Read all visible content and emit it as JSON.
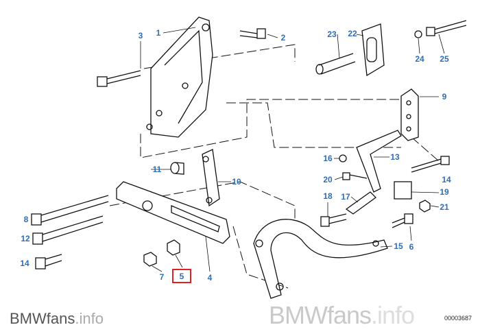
{
  "watermark": {
    "brand": "BMWfans",
    "suffix": ".info"
  },
  "diagram_code": "00003687",
  "highlight_color": "#e0201f",
  "label_color": "#2f6db5",
  "highlighted_part": "5",
  "labels": {
    "p1": "1",
    "p2": "2",
    "p3": "3",
    "p4": "4",
    "p5": "5",
    "p6": "6",
    "p7": "7",
    "p8": "8",
    "p9": "9",
    "p10": "10",
    "p11": "11",
    "p12": "12",
    "p13": "13",
    "p14a": "14",
    "p14b": "14",
    "p15": "15",
    "p16": "16",
    "p17": "17",
    "p18": "18",
    "p19": "19",
    "p20": "20",
    "p21": "21",
    "p22": "22",
    "p23": "23",
    "p24": "24",
    "p25": "25"
  }
}
